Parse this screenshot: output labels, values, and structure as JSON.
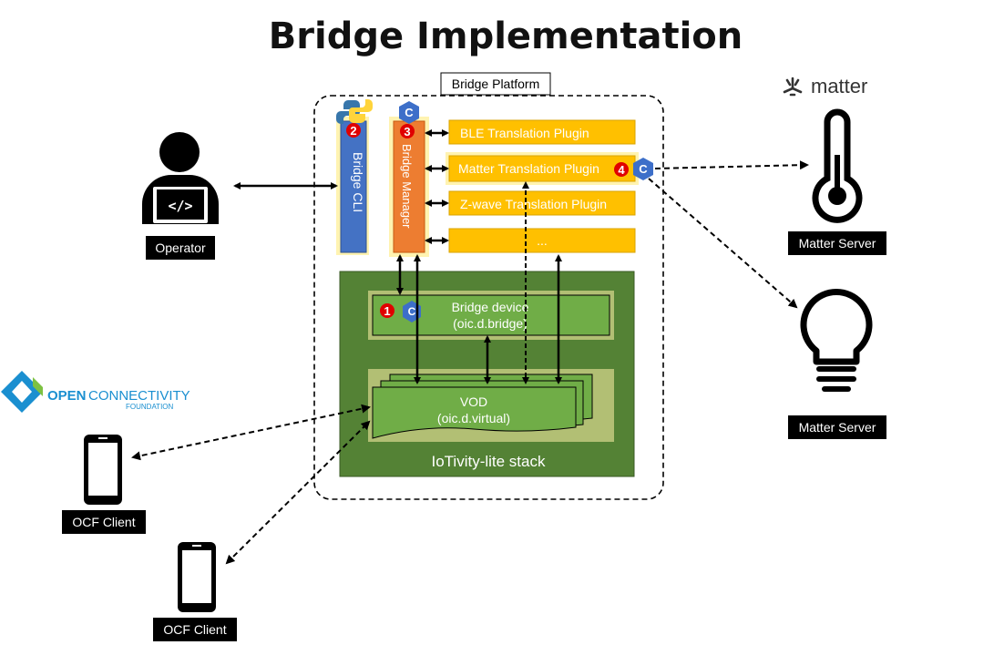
{
  "title": "Bridge Implementation",
  "platform_label": "Bridge Platform",
  "bridge_cli": {
    "label": "Bridge CLI",
    "badge": "2"
  },
  "bridge_manager": {
    "label": "Bridge Manager",
    "badge": "3"
  },
  "plugins": [
    {
      "label": "BLE Translation Plugin"
    },
    {
      "label": "Matter Translation Plugin",
      "badge": "4"
    },
    {
      "label": "Z-wave Translation Plugin"
    },
    {
      "label": "..."
    }
  ],
  "iotivity": {
    "stack_label": "IoTivity-lite stack",
    "bridge_device": {
      "line1": "Bridge device",
      "line2": "(oic.d.bridge)",
      "badge": "1"
    },
    "vod": {
      "line1": "VOD",
      "line2": "(oic.d.virtual)"
    }
  },
  "operator_label": "Operator",
  "ocf_logo": {
    "word1": "OPEN",
    "word2": "CONNECTIVITY",
    "word3": "FOUNDATION"
  },
  "ocf_clients": [
    "OCF Client",
    "OCF Client"
  ],
  "matter_logo_text": "matter",
  "matter_servers": [
    "Matter Server",
    "Matter Server"
  ],
  "colors": {
    "plugin": "#ffc000",
    "cli": "#4472c4",
    "manager": "#ed7d31",
    "stack": "#548235",
    "inner": "#70ad47",
    "glow": "#fff2a8",
    "dark": "#000000"
  }
}
